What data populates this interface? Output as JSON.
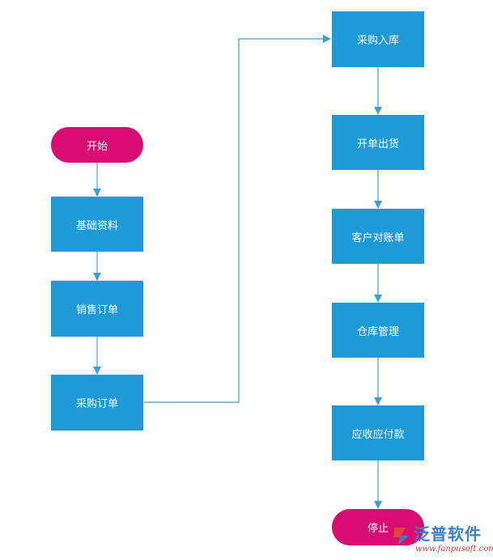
{
  "colors": {
    "process": "#1e9ad6",
    "terminal": "#d80d72",
    "connector": "#3aa0d8"
  },
  "nodes": {
    "start": "开始",
    "basic_data": "基础资料",
    "sales_order": "销售订单",
    "purchase_order": "采购订单",
    "purchase_inbound": "采购入库",
    "issue_goods": "开单出货",
    "customer_statement": "客户对账单",
    "warehouse_mgmt": "仓库管理",
    "payables_receivables": "应收应付款",
    "stop": "停止"
  },
  "watermark": {
    "brand": "泛普软件",
    "url": "www.fanpusoft.com",
    "logo_icon": "fanpu-logo-icon"
  }
}
